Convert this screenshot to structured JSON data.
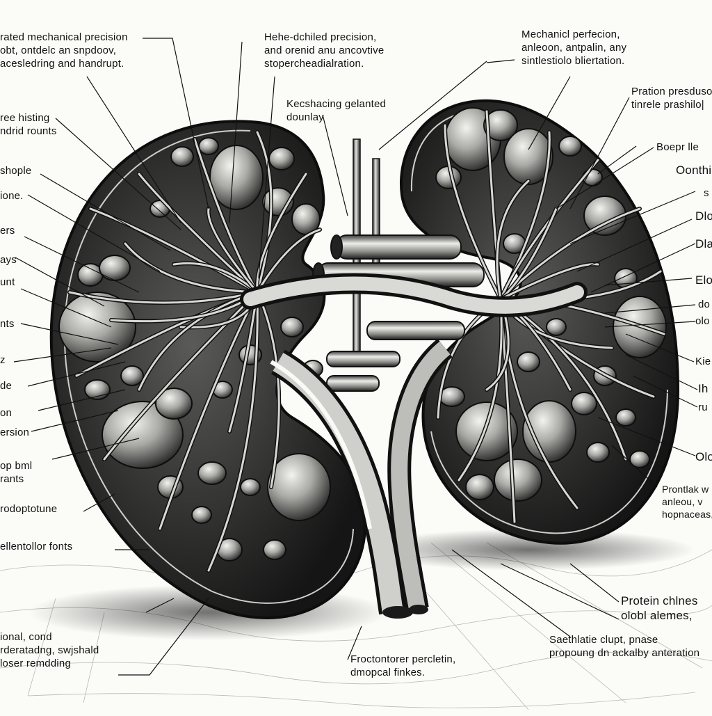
{
  "diagram": {
    "colors": {
      "ink": "#111111",
      "paper": "#fbfbf8",
      "tissue_dark": "#2a2a2a",
      "tissue_mid": "#6e6e6e",
      "tissue_light": "#d8d8d4"
    },
    "labels_top": [
      {
        "id": "tl1",
        "text": "rated mechanical precision\nobt, ontdelc an snpdoov,\nacesledring and handrupt."
      },
      {
        "id": "tc1",
        "text": "Hehe-dchiled precision,\nand orenid anu ancovtive\nstopercheadialration."
      },
      {
        "id": "tc2",
        "text": "Kecshacing gelanted\ndounlay"
      },
      {
        "id": "tr1",
        "text": "Mechanicl perfecion,\nanleoon, antpalin, any\nsintlestiolo bliertation."
      },
      {
        "id": "tr2",
        "text": "Pration presduson\ntinrele prashilo|"
      }
    ],
    "labels_left": [
      {
        "id": "l1",
        "text": "ree histing\nndrid rounts"
      },
      {
        "id": "l2",
        "text": "shople"
      },
      {
        "id": "l3",
        "text": "ione."
      },
      {
        "id": "l4",
        "text": "ers"
      },
      {
        "id": "l5",
        "text": "ays"
      },
      {
        "id": "l6",
        "text": "unt"
      },
      {
        "id": "l7",
        "text": "nts"
      },
      {
        "id": "l8",
        "text": "z"
      },
      {
        "id": "l9",
        "text": "de"
      },
      {
        "id": "l10",
        "text": "on"
      },
      {
        "id": "l11",
        "text": "ersion"
      },
      {
        "id": "l12",
        "text": "op bml\nrants"
      },
      {
        "id": "l13",
        "text": "rodoptotune"
      },
      {
        "id": "l14",
        "text": "ellentollor fonts"
      }
    ],
    "labels_right": [
      {
        "id": "r1",
        "text": "Boepr lle"
      },
      {
        "id": "r2",
        "text": "Oonthic"
      },
      {
        "id": "r3",
        "text": "s"
      },
      {
        "id": "r4",
        "text": "Dlo"
      },
      {
        "id": "r5",
        "text": "Dla"
      },
      {
        "id": "r6",
        "text": "Elo"
      },
      {
        "id": "r7",
        "text": "do"
      },
      {
        "id": "r8",
        "text": "olo"
      },
      {
        "id": "r9",
        "text": "Kie"
      },
      {
        "id": "r10",
        "text": "Ih"
      },
      {
        "id": "r11",
        "text": "ru"
      },
      {
        "id": "r12",
        "text": "Olo"
      },
      {
        "id": "r13",
        "text": "Prontlak w\nanleou, v\nhopnaceas, v"
      }
    ],
    "labels_bottom": [
      {
        "id": "b1",
        "text": "ional, cond\nrderatadng, swjshald\nloser remdding"
      },
      {
        "id": "b2",
        "text": "Froctontorer percletin,\ndmopcal finkes."
      },
      {
        "id": "b3",
        "text": "Protein chlnes\nolobl alemes,"
      },
      {
        "id": "b4",
        "text": "Saethlatie clupt, pnase\npropoung dn ackalby anteration"
      }
    ]
  }
}
